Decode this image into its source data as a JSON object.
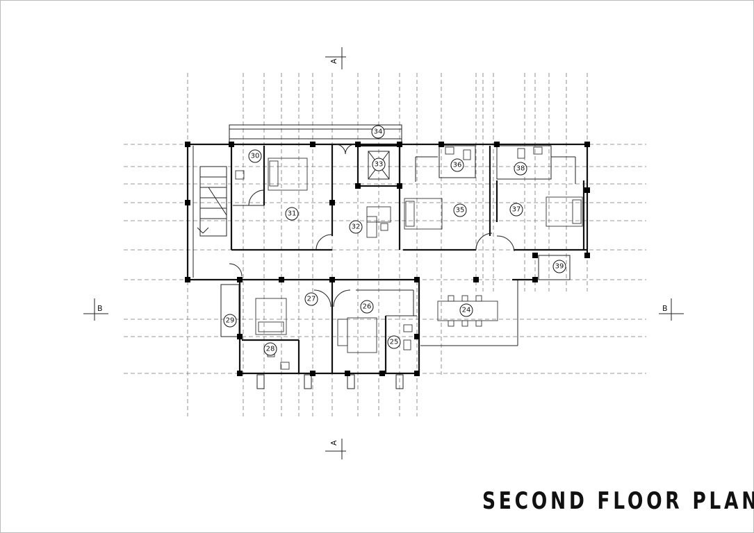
{
  "title": "SECOND FLOOR PLAN",
  "section_marks": {
    "a_top": "A",
    "a_bottom": "A",
    "b_left": "B",
    "b_right": "B"
  },
  "rooms": [
    "24",
    "25",
    "26",
    "27",
    "28",
    "29",
    "30",
    "31",
    "32",
    "33",
    "34",
    "35",
    "36",
    "37",
    "38",
    "39"
  ],
  "colors": {
    "line": "#111111",
    "grid": "#777777",
    "background": "#ffffff"
  }
}
